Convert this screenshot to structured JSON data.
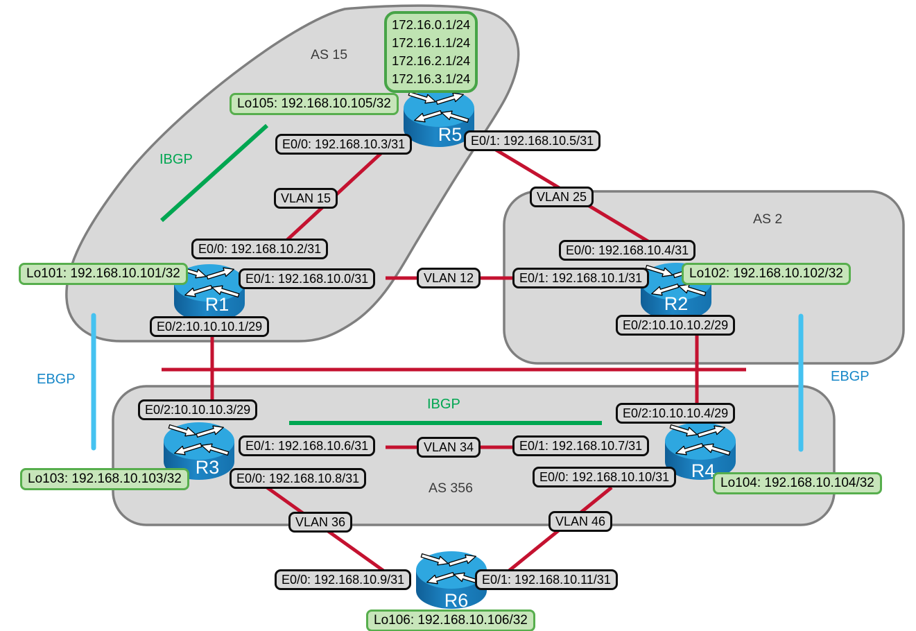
{
  "as_groups": {
    "as15": {
      "label": "AS 15"
    },
    "as2": {
      "label": "AS 2"
    },
    "as356": {
      "label": "AS 356"
    }
  },
  "routers": {
    "r1": {
      "name": "R1",
      "loopback": "Lo101: 192.168.10.101/32",
      "e00": "E0/0: 192.168.10.2/31",
      "e01": "E0/1: 192.168.10.0/31",
      "e02": "E0/2:10.10.10.1/29"
    },
    "r2": {
      "name": "R2",
      "loopback": "Lo102: 192.168.10.102/32",
      "e00": "E0/0: 192.168.10.4/31",
      "e01": "E0/1: 192.168.10.1/31",
      "e02": "E0/2:10.10.10.2/29"
    },
    "r3": {
      "name": "R3",
      "loopback": "Lo103: 192.168.10.103/32",
      "e00": "E0/0: 192.168.10.8/31",
      "e01": "E0/1: 192.168.10.6/31",
      "e02": "E0/2:10.10.10.3/29"
    },
    "r4": {
      "name": "R4",
      "loopback": "Lo104: 192.168.10.104/32",
      "e00": "E0/0: 192.168.10.10/31",
      "e01": "E0/1: 192.168.10.7/31",
      "e02": "E0/2:10.10.10.4/29"
    },
    "r5": {
      "name": "R5",
      "loopback": "Lo105: 192.168.10.105/32",
      "e00": "E0/0: 192.168.10.3/31",
      "e01": "E0/1: 192.168.10.5/31"
    },
    "r6": {
      "name": "R6",
      "loopback": "Lo106: 192.168.10.106/32",
      "e00": "E0/0: 192.168.10.9/31",
      "e01": "E0/1: 192.168.10.11/31"
    }
  },
  "vlans": {
    "vlan15": "VLAN 15",
    "vlan25": "VLAN 25",
    "vlan12": "VLAN 12",
    "vlan34": "VLAN 34",
    "vlan36": "VLAN 36",
    "vlan46": "VLAN 46"
  },
  "advertised_networks": {
    "line1": "172.16.0.1/24",
    "line2": "172.16.1.1/24",
    "line3": "172.16.2.1/24",
    "line4": "172.16.3.1/24"
  },
  "bgp_labels": {
    "ibgp_as15": "IBGP",
    "ibgp_as356": "IBGP",
    "ebgp_left": "EBGP",
    "ebgp_right": "EBGP"
  },
  "colors": {
    "link_red": "#C41230",
    "ibgp_green": "#00A651",
    "ebgp_line_blue": "#45C2F0",
    "ebgp_text_blue": "#1787C8",
    "as_region_fill": "#D9D9D9",
    "as_region_border": "#7F7F7F",
    "interface_label_fill": "#D9D9D9",
    "interface_label_border": "#0D0D0D",
    "loopback_label_fill": "#C7E5BA",
    "loopback_label_border": "#57AE4D",
    "router_top_blue": "#2EA7E0",
    "router_body_blue": "#1876B4"
  }
}
